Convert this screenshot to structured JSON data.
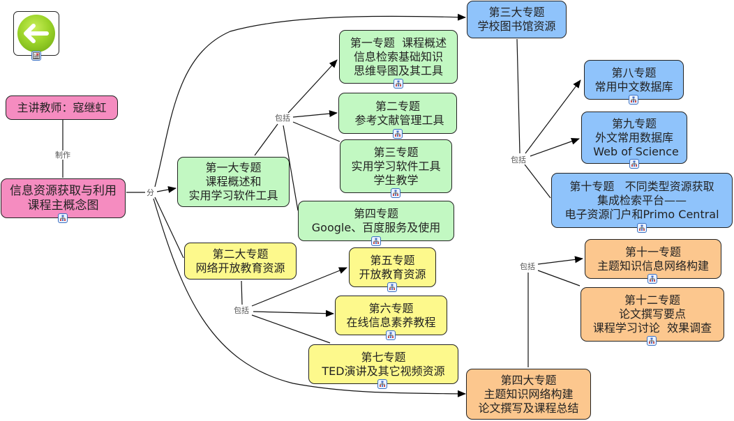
{
  "diagram": {
    "back_button": {
      "icon": "back-arrow-icon",
      "attachment_icon": "document-image-icon"
    },
    "author": {
      "text": "主讲教师：寇继虹"
    },
    "root": {
      "text": "信息资源获取与利用\n课程主概念图"
    },
    "link_labels": {
      "made_by": "制作",
      "divides": "分",
      "includes": "包括"
    },
    "major_topics": [
      {
        "id": "m1",
        "text": "第一大专题\n课程概述和\n实用学习软件工具",
        "color": "#c2f8c2"
      },
      {
        "id": "m2",
        "text": "第二大专题\n网络开放教育资源",
        "color": "#fdf98c"
      },
      {
        "id": "m3",
        "text": "第三大专题\n学校图书馆资源",
        "color": "#8fc3fb"
      },
      {
        "id": "m4",
        "text": "第四大专题\n主题知识网络构建\n论文撰写及课程总结",
        "color": "#fcc78e"
      }
    ],
    "topics": [
      {
        "id": "t1",
        "parent": "m1",
        "text": "第一专题  课程概述\n信息检索基础知识\n思维导图及其工具"
      },
      {
        "id": "t2",
        "parent": "m1",
        "text": "第二专题\n 参考文献管理工具"
      },
      {
        "id": "t3",
        "parent": "m1",
        "text": "第三专题\n实用学习软件工具\n学生教学"
      },
      {
        "id": "t4",
        "parent": "m1",
        "text": "第四专题\nGoogle、百度服务及使用"
      },
      {
        "id": "t5",
        "parent": "m2",
        "text": "第五专题\n开放教育资源"
      },
      {
        "id": "t6",
        "parent": "m2",
        "text": "第六专题\n在线信息素养教程"
      },
      {
        "id": "t7",
        "parent": "m2",
        "text": "第七专题\nTED演讲及其它视频资源"
      },
      {
        "id": "t8",
        "parent": "m3",
        "text": "第八专题\n常用中文数据库"
      },
      {
        "id": "t9",
        "parent": "m3",
        "text": "第九专题\n外文常用数据库\n Web of Science"
      },
      {
        "id": "t10",
        "parent": "m3",
        "text": "第十专题   不同类型资源获取\n集成检索平台——\n电子资源门户和Primo Central"
      },
      {
        "id": "t11",
        "parent": "m4",
        "text": "第十一专题\n主题知识信息网络构建"
      },
      {
        "id": "t12",
        "parent": "m4",
        "text": "第十二专题\n论文撰写要点\n课程学习讨论  效果调查"
      }
    ],
    "submap_icon": "submap-hierarchy-icon"
  }
}
